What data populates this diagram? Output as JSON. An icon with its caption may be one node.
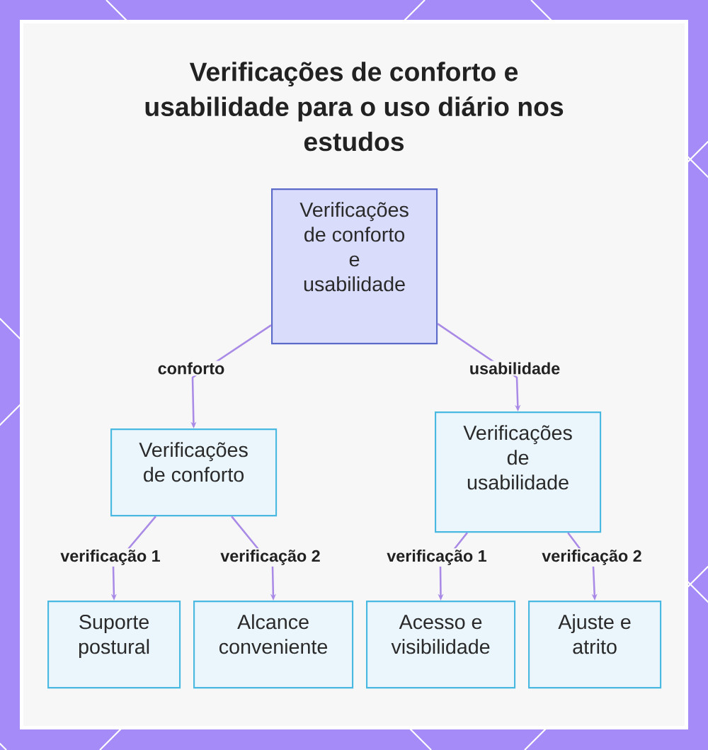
{
  "diagram": {
    "title": "Verificações de conforto e usabilidade para o uso diário nos estudos",
    "nodes": [
      {
        "text": [
          "Verificações de conforto e usabilidade"
        ]
      },
      {
        "text": [
          "Verificações de conforto"
        ]
      },
      {
        "text": [
          "Verificações de usabilidade"
        ]
      },
      {
        "text": [
          "Suporte postural"
        ]
      },
      {
        "text": [
          "Alcance conveniente"
        ]
      },
      {
        "text": [
          "Acesso e visibilidade"
        ]
      },
      {
        "text": [
          "Ajuste e atrito"
        ]
      }
    ],
    "edges": [
      {
        "from": 0,
        "to": 1,
        "arrow": "to",
        "label": "conforto"
      },
      {
        "from": 0,
        "to": 2,
        "arrow": "to",
        "label": "usabilidade"
      },
      {
        "from": 1,
        "to": 3,
        "arrow": "to",
        "label": "verificação 1"
      },
      {
        "from": 1,
        "to": 4,
        "arrow": "to",
        "label": "verificação 2"
      },
      {
        "from": 2,
        "to": 5,
        "arrow": "to",
        "label": "verificação 1"
      },
      {
        "from": 2,
        "to": 6,
        "arrow": "to",
        "label": "verificação 2"
      }
    ]
  }
}
